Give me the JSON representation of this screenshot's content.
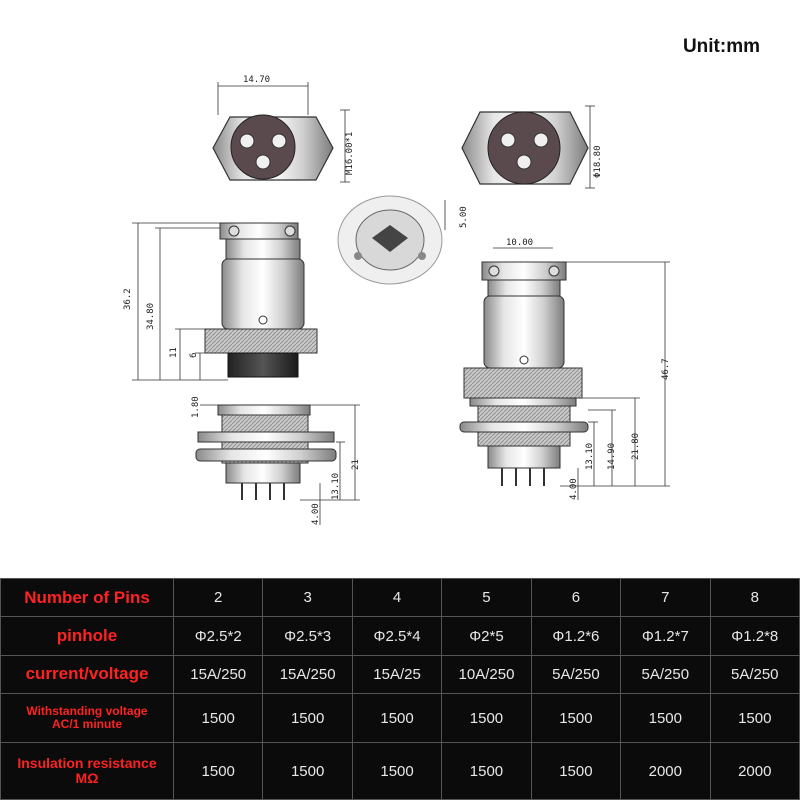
{
  "unit_label": "Unit:mm",
  "dimensions": {
    "front_width": "14.70",
    "thread": "M16.00*1",
    "outer_diameter": "Φ18.80",
    "hole_spacing": "5.00",
    "body_width": "10.00",
    "plug_total_length": "36.2",
    "plug_body_length": "34.80",
    "plug_step_a": "11",
    "plug_step_b": "6",
    "flange_thickness": "1.80",
    "socket_height": "21",
    "socket_body": "13.10",
    "pin_length": "4.00",
    "mated_total_length": "46.7",
    "mated_height": "21.80",
    "mated_body": "14.90",
    "mated_socket": "13.10",
    "mated_pin": "4.00"
  },
  "spec_table": {
    "rows": [
      {
        "label": "Number of Pins",
        "values": [
          "2",
          "3",
          "4",
          "5",
          "6",
          "7",
          "8"
        ]
      },
      {
        "label": "pinhole",
        "values": [
          "Φ2.5*2",
          "Φ2.5*3",
          "Φ2.5*4",
          "Φ2*5",
          "Φ1.2*6",
          "Φ1.2*7",
          "Φ1.2*8"
        ]
      },
      {
        "label": "current/voltage",
        "values": [
          "15A/250",
          "15A/250",
          "15A/25",
          "10A/250",
          "5A/250",
          "5A/250",
          "5A/250"
        ]
      },
      {
        "label_line1": "Withstanding voltage",
        "label_line2": "AC/1 minute",
        "values": [
          "1500",
          "1500",
          "1500",
          "1500",
          "1500",
          "1500",
          "1500"
        ]
      },
      {
        "label_line1": "Insulation resistance",
        "label_line2": "MΩ",
        "values": [
          "1500",
          "1500",
          "1500",
          "1500",
          "1500",
          "2000",
          "2000"
        ]
      }
    ]
  }
}
